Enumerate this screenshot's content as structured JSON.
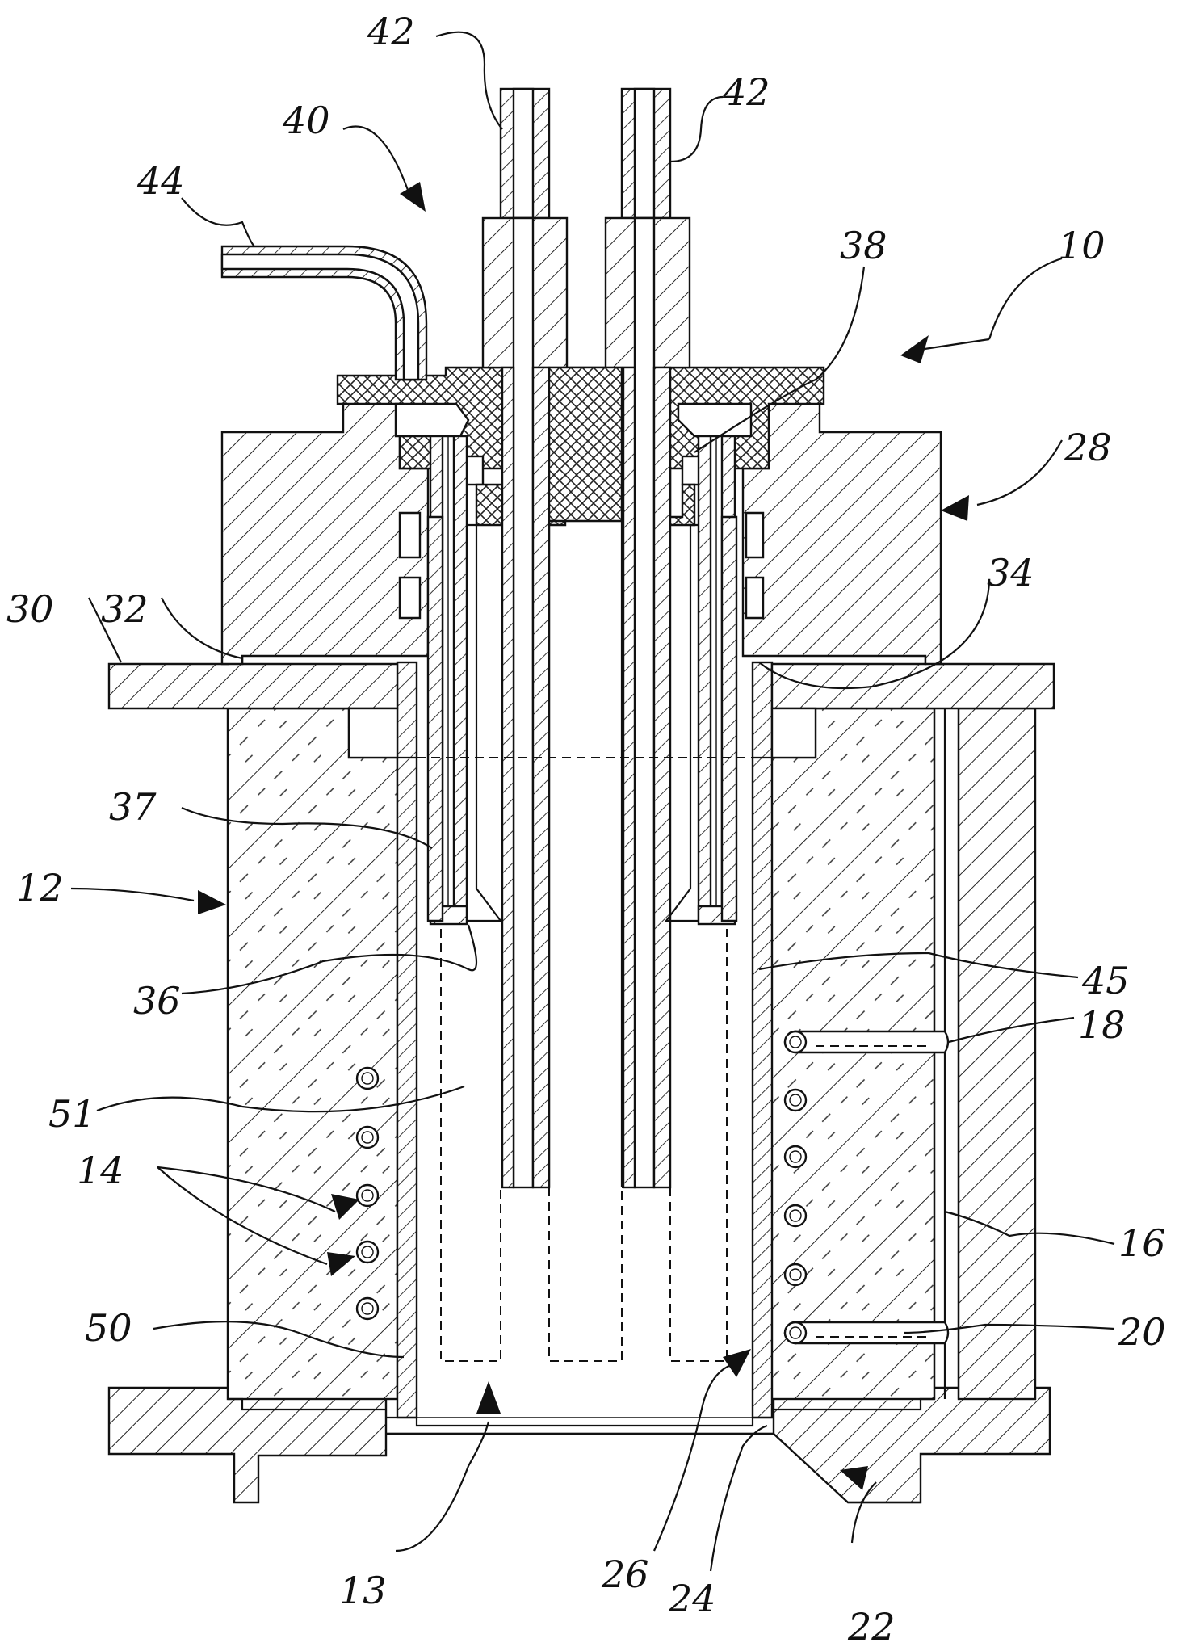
{
  "labels": {
    "n10": "10",
    "n12": "12",
    "n13": "13",
    "n14": "14",
    "n16": "16",
    "n18": "18",
    "n20": "20",
    "n22": "22",
    "n24": "24",
    "n26": "26",
    "n28": "28",
    "n30": "30",
    "n32": "32",
    "n34": "34",
    "n36": "36",
    "n37": "37",
    "n38": "38",
    "n40": "40",
    "n42a": "42",
    "n42b": "42",
    "n44": "44",
    "n45": "45",
    "n50": "50",
    "n51": "51"
  }
}
